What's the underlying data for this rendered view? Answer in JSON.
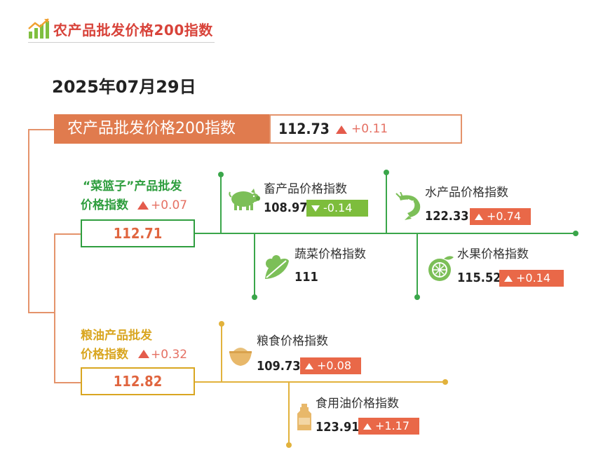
{
  "header": {
    "title": "农产品批发价格200指数"
  },
  "date": "2025年07月29日",
  "main_index": {
    "label": "农产品批发价格200指数",
    "value": "112.73",
    "change": "+0.11"
  },
  "basket": {
    "title_line1": "“菜篮子”产品批发",
    "title_line2": "价格指数",
    "change": "+0.07",
    "value": "112.71",
    "items": [
      {
        "label": "畜产品价格指数",
        "value": "108.97",
        "change": "-0.14",
        "direction": "down",
        "icon": "pig-icon"
      },
      {
        "label": "水产品价格指数",
        "value": "122.33",
        "change": "+0.74",
        "direction": "up",
        "icon": "shrimp-icon"
      },
      {
        "label": "蔬菜价格指数",
        "value": "111",
        "icon": "vegetable-icon"
      },
      {
        "label": "水果价格指数",
        "value": "115.52",
        "change": "+0.14",
        "direction": "up",
        "icon": "lemon-icon"
      }
    ]
  },
  "grain": {
    "title_line1": "粮油产品批发",
    "title_line2": "价格指数",
    "change": "+0.32",
    "value": "112.82",
    "items": [
      {
        "label": "粮食价格指数",
        "value": "109.73",
        "change": "+0.08",
        "direction": "up",
        "icon": "rice-bowl-icon"
      },
      {
        "label": "食用油价格指数",
        "value": "123.91",
        "change": "+1.17",
        "direction": "up",
        "icon": "oil-bottle-icon"
      }
    ]
  },
  "colors": {
    "orange": "#e07b4e",
    "green": "#2f9e3f",
    "gold": "#d9a621",
    "up_red": "#e96848",
    "down_green": "#7dbd3c",
    "header_red": "#d8433a"
  }
}
